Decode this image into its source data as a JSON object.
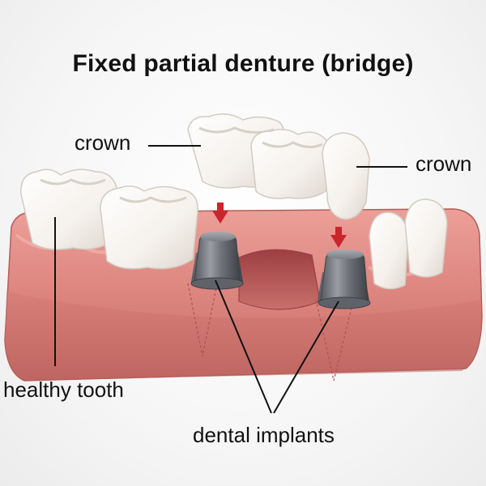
{
  "title": "Fixed partial denture (bridge)",
  "labels": {
    "crown_left": "crown",
    "crown_right": "crown",
    "healthy_tooth": "healthy tooth",
    "dental_implants": "dental implants"
  },
  "colors": {
    "gum": "#d9837d",
    "gum_dark": "#b65e5a",
    "tooth": "#f7f3ef",
    "implant": "#7c7f85",
    "arrow": "#c9252a"
  }
}
